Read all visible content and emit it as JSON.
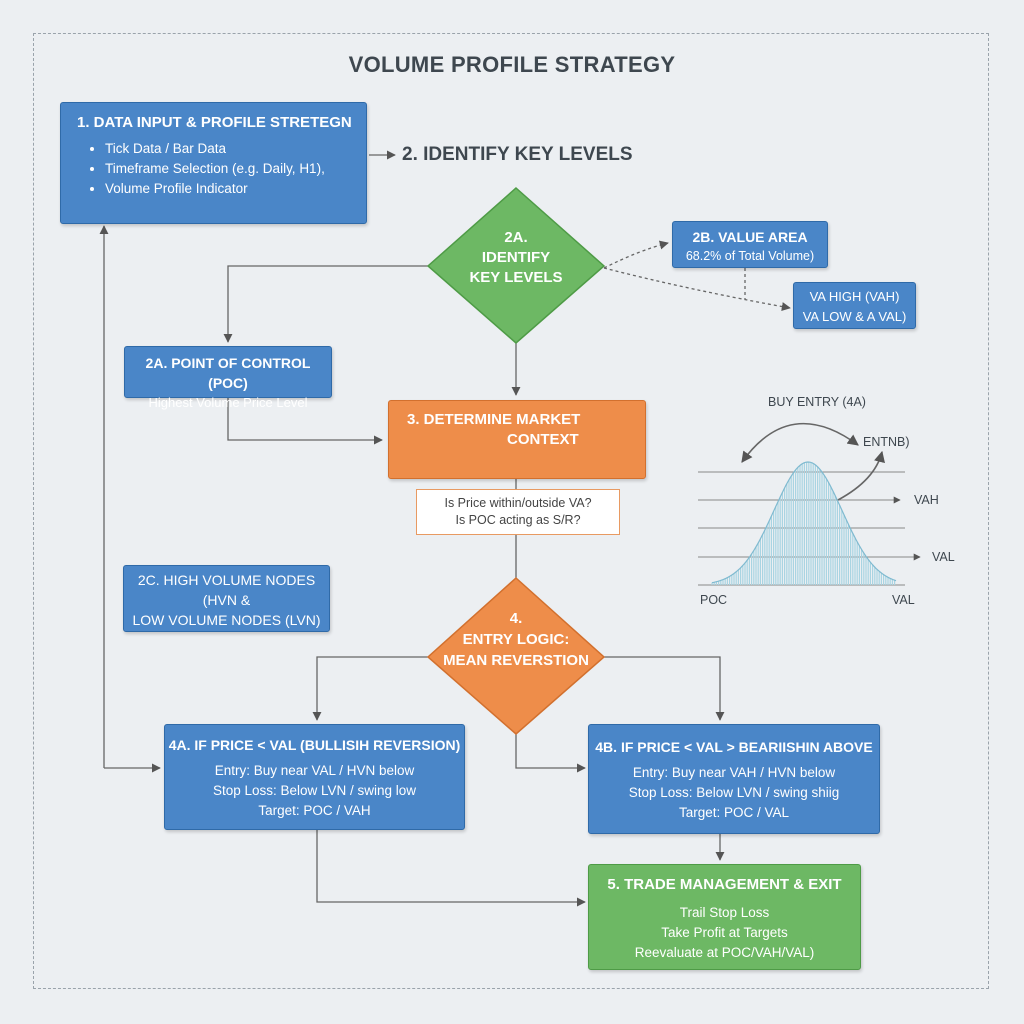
{
  "title": "VOLUME PROFILE STRATEGY",
  "step1": {
    "heading": "1. DATA INPUT & PROFILE STRETEGN",
    "bullets": [
      "Tick Data / Bar Data",
      "Timeframe Selection (e.g. Daily, H1),",
      "Volume Profile Indicator"
    ]
  },
  "step2_label": "2. IDENTIFY KEY LEVELS",
  "decision_2a": {
    "line1": "2A.",
    "line2": "IDENTIFY",
    "line3": "KEY LEVELS"
  },
  "box_2b": {
    "line1": "2B. VALUE AREA",
    "line2": "68.2% of Total Volume)"
  },
  "box_va": {
    "line1": "VA HIGH (VAH)",
    "line2": "VA LOW & A VAL)"
  },
  "box_poc": {
    "line1": "2A. POINT OF CONTROL (POC)",
    "line2": "Highest Volume Price Level"
  },
  "step3": {
    "line1": "3. DETERMINE MARKET",
    "line2": "CONTEXT"
  },
  "note": {
    "line1": "Is Price within/outside VA?",
    "line2": "Is POC acting as S/R?"
  },
  "box_2c": {
    "line1": "2C. HIGH VOLUME NODES",
    "line2": "(HVN &",
    "line3": "LOW VOLUME NODES (LVN)"
  },
  "decision_4": {
    "line1": "4.",
    "line2": "ENTRY LOGIC:",
    "line3": "MEAN REVERSTION"
  },
  "box_4a": {
    "heading": "4A. IF PRICE < VAL (BULLISIH REVERSION)",
    "lines": [
      "Entry: Buy near VAL / HVN below",
      "Stop Loss: Below LVN / swing low",
      "Target: POC / VAH"
    ]
  },
  "box_4b": {
    "heading": "4B. IF PRICE < VAL > BEARIISHIN ABOVE",
    "lines": [
      "Entry: Buy near VAH / HVN below",
      "Stop Loss: Below LVN / swing shiig",
      "Target: POC / VAL"
    ]
  },
  "step5": {
    "heading": "5. TRADE MANAGEMENT & EXIT",
    "lines": [
      "Trail Stop Loss",
      "Take Profit at Targets",
      "Reevaluate at POC/VAH/VAL)"
    ]
  },
  "illustration": {
    "buy_entry": "BUY ENTRY (4A)",
    "entry_b": "ENTNB)",
    "vah": "VAH",
    "val_right": "VAL",
    "poc": "POC",
    "val_bottom": "VAL"
  },
  "colors": {
    "blue": "#4a86c8",
    "orange": "#ee8d4a",
    "green": "#6db864",
    "histogram": "#a9d4e2"
  }
}
